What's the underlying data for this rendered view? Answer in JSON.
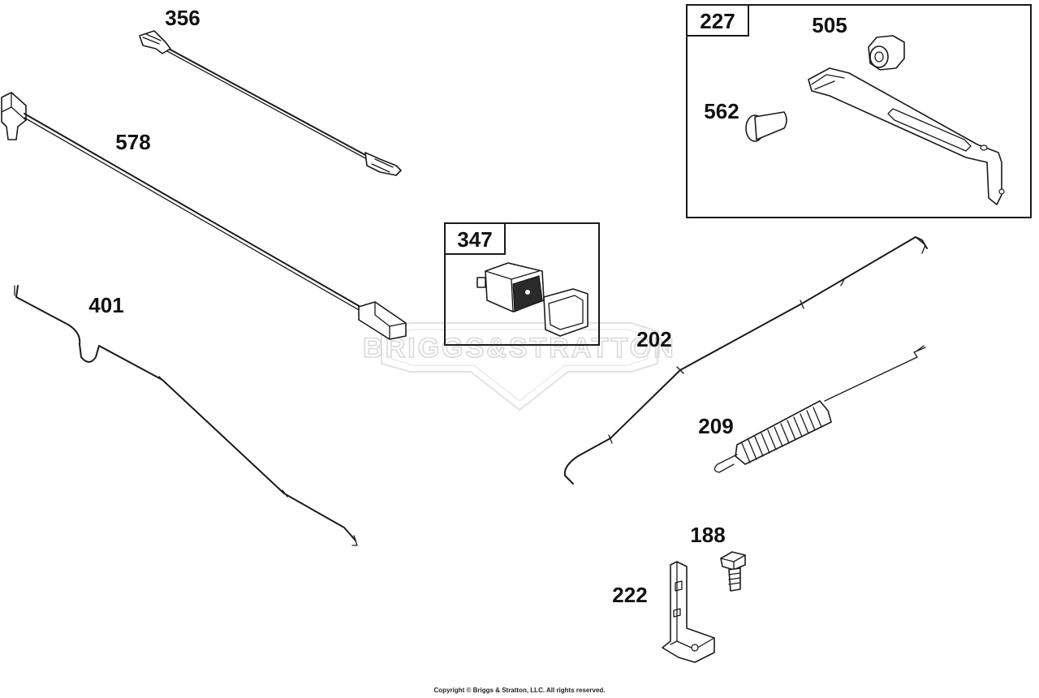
{
  "diagram": {
    "watermark_text": "BRIGGS&STRATTON",
    "boxes": [
      {
        "id": "box-227",
        "label": "227"
      },
      {
        "id": "box-347",
        "label": "347"
      }
    ],
    "part_labels": [
      {
        "id": "356",
        "text": "356"
      },
      {
        "id": "578",
        "text": "578"
      },
      {
        "id": "401",
        "text": "401"
      },
      {
        "id": "505",
        "text": "505"
      },
      {
        "id": "562",
        "text": "562"
      },
      {
        "id": "202",
        "text": "202"
      },
      {
        "id": "209",
        "text": "209"
      },
      {
        "id": "188",
        "text": "188"
      },
      {
        "id": "222",
        "text": "222"
      }
    ],
    "colors": {
      "line": "#1a1a1a",
      "watermark": "#d9d9d9",
      "background": "#ffffff"
    }
  },
  "footer": {
    "copyright": "Copyright © Briggs & Stratton, LLC. All rights reserved."
  }
}
